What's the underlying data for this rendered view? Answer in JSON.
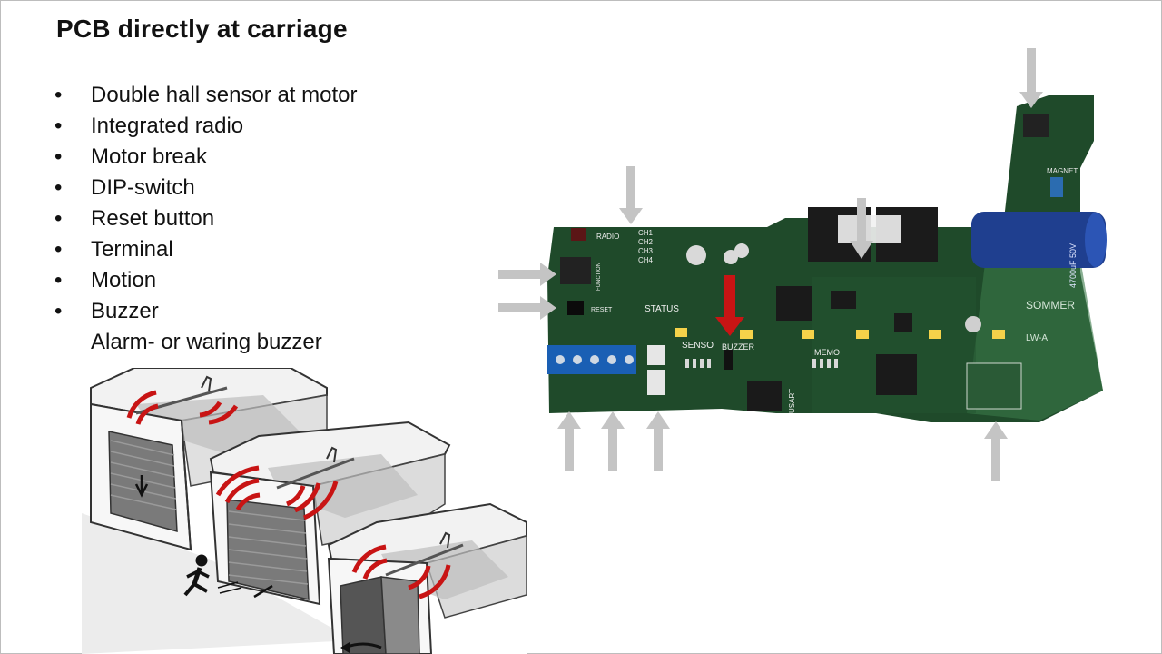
{
  "slide": {
    "title": "PCB directly at carriage",
    "bullet_char": "•",
    "bullets": [
      "Double hall sensor at motor",
      "Integrated radio",
      "Motor break",
      "DIP-switch",
      "Reset button",
      "Terminal",
      "Motion",
      "Buzzer"
    ],
    "sub_text": "Alarm-  or waring buzzer"
  },
  "pcb_labels": {
    "radio": "RADIO",
    "ch1": "CH1",
    "ch2": "CH2",
    "ch3": "CH3",
    "ch4": "CH4",
    "function": "FUNCTION",
    "reset": "RESET",
    "status": "STATUS",
    "senso": "SENSO",
    "buzzer": "BUZZER",
    "memo": "MEMO",
    "usart": "USART",
    "magnet": "MAGNET",
    "brand": "SOMMER",
    "model": "LW-A",
    "cap_rating": "4700uF 50V"
  },
  "colors": {
    "pcb_green": "#1f4a2a",
    "alert_red": "#c81414",
    "pointer_gray": "#c4c4c4",
    "terminal_blue": "#1a5fb4",
    "capacitor_blue": "#1f3f8f",
    "led_yellow": "#f5d24a"
  }
}
